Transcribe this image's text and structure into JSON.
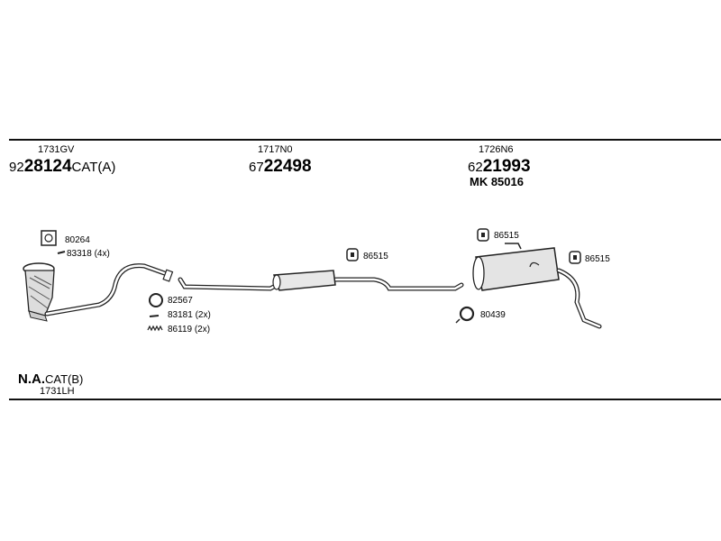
{
  "sections": [
    {
      "id": "front",
      "code": "1731GV",
      "ref_prefix": "92",
      "ref_main": "28124",
      "ref_suffix": "CAT(A)"
    },
    {
      "id": "middle",
      "code": "1717N0",
      "ref_prefix": "67",
      "ref_main": "22498",
      "ref_suffix": ""
    },
    {
      "id": "rear",
      "code": "1726N6",
      "ref_prefix": "62",
      "ref_main": "21993",
      "ref_suffix": "",
      "kit": "MK  85016"
    }
  ],
  "parts": {
    "gasket_front": "80264",
    "bolt_front": "83318 (4x)",
    "ring_clamp": "82567",
    "bolt_clamp": "83181 (2x)",
    "spring_clamp": "86119 (2x)",
    "hanger_middle": "86515",
    "hanger_rear_top": "86515",
    "hanger_rear_right": "86515",
    "clamp_rear": "80439"
  },
  "footer": {
    "na_bold": "N.A.",
    "na_suffix": "CAT(B)",
    "code": "1731LH"
  }
}
